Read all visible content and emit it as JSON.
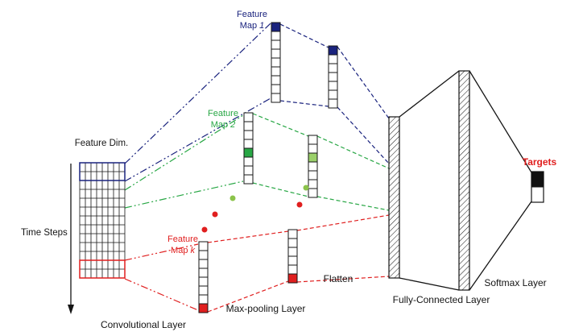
{
  "figure": {
    "axis_labels": {
      "feature_dim": "Feature Dim.",
      "time_steps": "Time Steps"
    },
    "feature_maps": {
      "map1": {
        "line1": "Feature",
        "line2_prefix": "Map",
        "index": "1"
      },
      "map2": {
        "line1": "Feature",
        "line2_prefix": "Map",
        "index": "2"
      },
      "mapk": {
        "line1": "Feature",
        "line2_prefix": "Map",
        "index": "k"
      }
    },
    "layer_labels": {
      "convolutional": "Convolutional Layer",
      "max_pooling": "Max-pooling Layer",
      "flatten": "Flatten",
      "fully_connected": "Fully-Connected Layer",
      "softmax": "Softmax Layer"
    },
    "targets_label": "Targets",
    "colors": {
      "map1_blue": "#1a237e",
      "map2_green": "#28a745",
      "map2_light_green": "#9bd06a",
      "mapk_red": "#e01f1f",
      "targets_red": "#e01f1f",
      "ink": "#151515"
    }
  }
}
